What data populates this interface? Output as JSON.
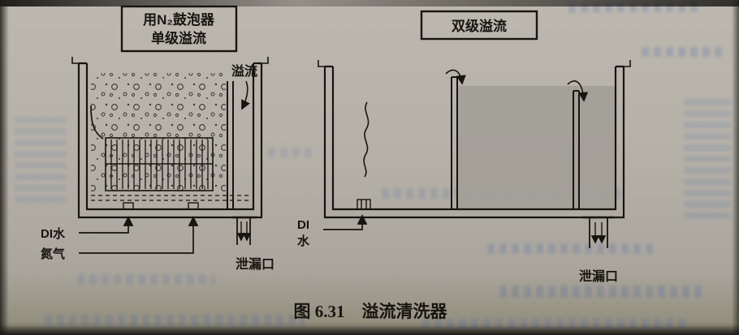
{
  "figure": {
    "caption": "图 6.31　溢流清洗器"
  },
  "left": {
    "title_line1": "用N₂鼓泡器",
    "title_line2": "单级溢流",
    "overflow_label": "溢流",
    "di_water_label": "DI水",
    "nitrogen_label": "氮气",
    "drain_label": "泄漏口"
  },
  "right": {
    "title": "双级溢流",
    "di_label": "DI",
    "water_label": "水",
    "drain_label": "泄漏口"
  },
  "colors": {
    "ink": "#17150f",
    "paper": "#b3afa6",
    "water_shade": "#a29f97",
    "bleed_blue": "#3e5ea6"
  }
}
